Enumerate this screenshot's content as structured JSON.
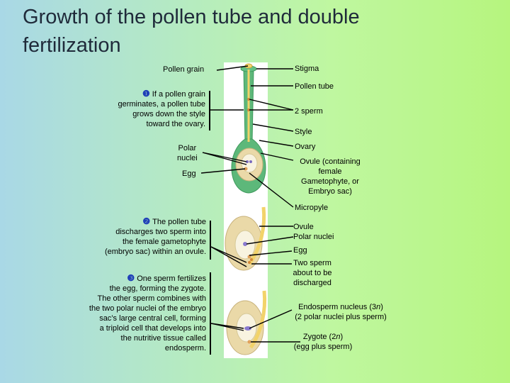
{
  "title": "Growth of the pollen tube and double fertilization",
  "step1": {
    "number": "❶",
    "lines": [
      "If a pollen grain",
      "germinates, a pollen tube",
      "grows down the style",
      "toward the ovary."
    ]
  },
  "step2": {
    "number": "❷",
    "lines": [
      "The pollen tube",
      "discharges two sperm into",
      "the female gametophyte",
      "(embryo sac) within an ovule."
    ]
  },
  "step3": {
    "number": "❸",
    "lines": [
      "One sperm fertilizes",
      "the egg, forming the zygote.",
      "The other sperm combines with",
      "the two polar nuclei of the embryo",
      "sac’s large central cell, forming",
      "a triploid cell that develops into",
      "the nutritive tissue called",
      "endosperm."
    ]
  },
  "labels": {
    "pollen_grain": "Pollen grain",
    "stigma": "Stigma",
    "pollen_tube": "Pollen tube",
    "two_sperm": "2 sperm",
    "style": "Style",
    "ovary": "Ovary",
    "polar_nuclei_1": "Polar",
    "polar_nuclei_2": "nuclei",
    "egg_1": "Egg",
    "ovule_containing_1": "Ovule (containing",
    "ovule_containing_2": "female",
    "ovule_containing_3": "Gametophyte, or",
    "ovule_containing_4": "Embryo sac)",
    "micropyle": "Micropyle",
    "ovule_2": "Ovule",
    "polar_nuclei_2b": "Polar nuclei",
    "egg_2": "Egg",
    "two_sperm_dis_1": "Two sperm",
    "two_sperm_dis_2": "about to be",
    "two_sperm_dis_3": "discharged",
    "endosperm_1_a": "Endosperm nucleus (3",
    "endosperm_1_n": "n",
    "endosperm_1_b": ")",
    "endosperm_2": "(2 polar nuclei plus sperm)",
    "zygote_1_a": "Zygote (2",
    "zygote_1_n": "n",
    "zygote_1_b": ")",
    "zygote_2": "(egg plus sperm)"
  },
  "colors": {
    "carpel_green": "#5db87a",
    "pollen_yellow": "#f2d36a",
    "ovule_beige": "#ead9a8",
    "step_number": "#1f3fb8"
  }
}
